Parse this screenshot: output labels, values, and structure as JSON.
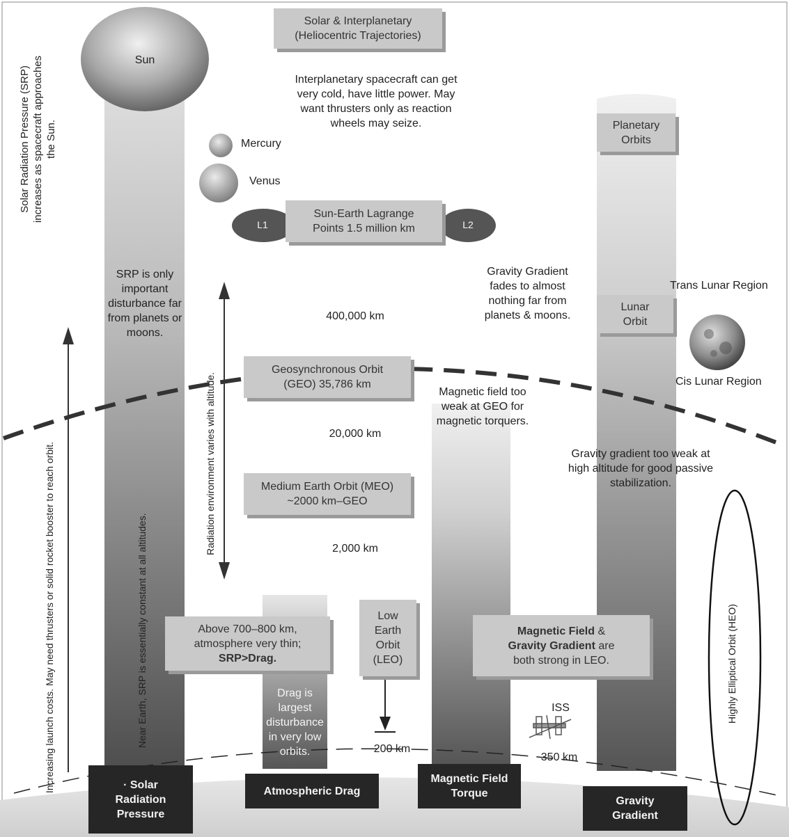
{
  "title_box": {
    "line1": "Solar & Interplanetary",
    "line2": "(Heliocentric Trajectories)"
  },
  "interplanetary_note": "Interplanetary spacecraft can get\nvery cold, have little power. May\nwant thrusters only as reaction\nwheels may seize.",
  "sun_label": "Sun",
  "mercury_label": "Mercury",
  "venus_label": "Venus",
  "lagrange": {
    "text": "Sun-Earth Lagrange\nPoints 1.5 million km",
    "l1": "L1",
    "l2": "L2"
  },
  "planetary_orbits": "Planetary\nOrbits",
  "srp_vertical_note": "Solar Radiation Pressure (SRP)\nincreases as spacecraft approaches\nthe Sun.",
  "srp_far_note": "SRP is only\nimportant\ndisturbance far\nfrom planets or\nmoons.",
  "gravity_fades_note": "Gravity Gradient\nfades to almost\nnothing far from\nplanets & moons.",
  "trans_lunar": "Trans Lunar Region",
  "cis_lunar": "Cis Lunar Region",
  "lunar_orbit": "Lunar\nOrbit",
  "alt_400000": "400,000 km",
  "alt_20000": "20,000 km",
  "alt_2000": "2,000 km",
  "alt_200": "200 km",
  "alt_350": "350 km",
  "geo_box": "Geosynchronous Orbit\n(GEO) 35,786 km",
  "meo_box": "Medium Earth Orbit (MEO)\n~2000 km–GEO",
  "magnetic_weak_note": "Magnetic field too\nweak at GEO for\nmagnetic torquers.",
  "gravity_weak_note": "Gravity gradient too weak at\nhigh altitude for good passive\nstabilization.",
  "radiation_vertical": "Radiation environment varies with altitude.",
  "launch_vertical": "Increasing launch costs. May need thrusters or solid rocket booster to reach orbit.",
  "near_earth_vertical": "Near Earth, SRP is essentially constant at all altitudes.",
  "heo_vertical": "Highly  Elliptical Orbit (HEO)",
  "above700": {
    "line1": "Above 700–800 km,",
    "line2": "atmosphere very thin;",
    "bold": "SRP>Drag."
  },
  "leo_box": "Low\nEarth\nOrbit\n(LEO)",
  "mag_grav_box": {
    "bold1": "Magnetic Field",
    "amp": " &",
    "bold2": "Gravity Gradient",
    "rest1": " are",
    "line3": "both strong in LEO."
  },
  "drag_note": "Drag is\nlargest\ndisturbance\nin very low\norbits.",
  "iss_label": "ISS",
  "bottom_labels": {
    "srp": "· Solar\nRadiation\nPressure",
    "drag": "Atmospheric Drag",
    "magnetic": "Magnetic Field\nTorque",
    "gravity": "Gravity\nGradient"
  }
}
